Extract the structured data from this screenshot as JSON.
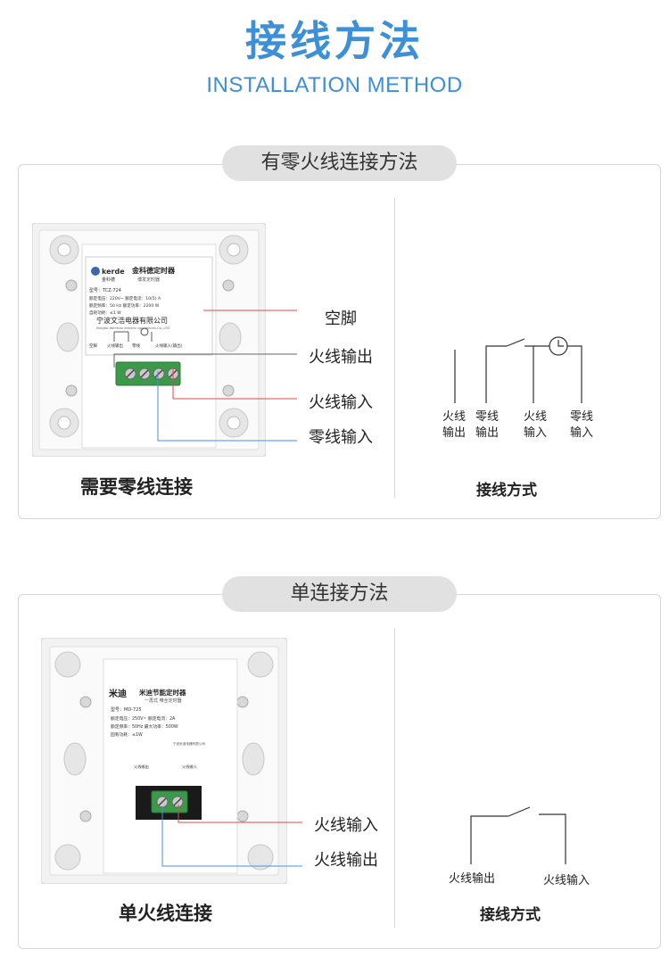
{
  "header": {
    "title": "接线方法",
    "subtitle": "INSTALLATION METHOD"
  },
  "section1": {
    "pill": "有零火线连接方法",
    "device": {
      "brand_en": "kerde",
      "brand_cn": "金科德",
      "product": "金科德定时器",
      "subtitle": "博发定时器",
      "model": "型号：TCZ-724",
      "spec1": "额定电压：220V~  额定电流：10(5) A",
      "spec2": "额定频率：50 Hz  额定功率：2200 W",
      "spec3": "自耗功耗：≤1 W",
      "company": "宁波文浩电器有限公司",
      "company_en": "Ningbo Wenhao electric appliances,Co.,LTD",
      "terminals": [
        "空脚",
        "火线输出",
        "零线",
        "火线输入(输出)"
      ]
    },
    "labels": [
      "空脚",
      "火线输出",
      "火线输入",
      "零线输入"
    ],
    "caption_left": "需要零线连接",
    "wiring": {
      "labels": [
        [
          "火线",
          "输出"
        ],
        [
          "零线",
          "输出"
        ],
        [
          "火线",
          "输入"
        ],
        [
          "零线",
          "输入"
        ]
      ],
      "caption": "接线方式"
    }
  },
  "section2": {
    "pill": "单连接方法",
    "device": {
      "brand": "米迪",
      "product": "米迪节能定时器",
      "subtitle": "一再式 唯全定时器",
      "model": "型号：MD-725",
      "spec1": "额定电压：250V~  额定电流：2A",
      "spec2": "额定频率：50Hz   最大功率：500W",
      "spec3": "固有功耗：≤1W",
      "company": "宁波米迪电器有限公司",
      "terminal_left": "火线输出",
      "terminal_right": "火线输入"
    },
    "labels": [
      "火线输入",
      "火线输出"
    ],
    "caption_left": "单火线连接",
    "wiring": {
      "labels": [
        "火线输出",
        "火线输入"
      ],
      "caption": "接线方式"
    }
  },
  "colors": {
    "accent": "#3d8fd6",
    "red_wire": "#e04848",
    "blue_wire": "#4a90d9",
    "gray_wire": "#666666"
  }
}
